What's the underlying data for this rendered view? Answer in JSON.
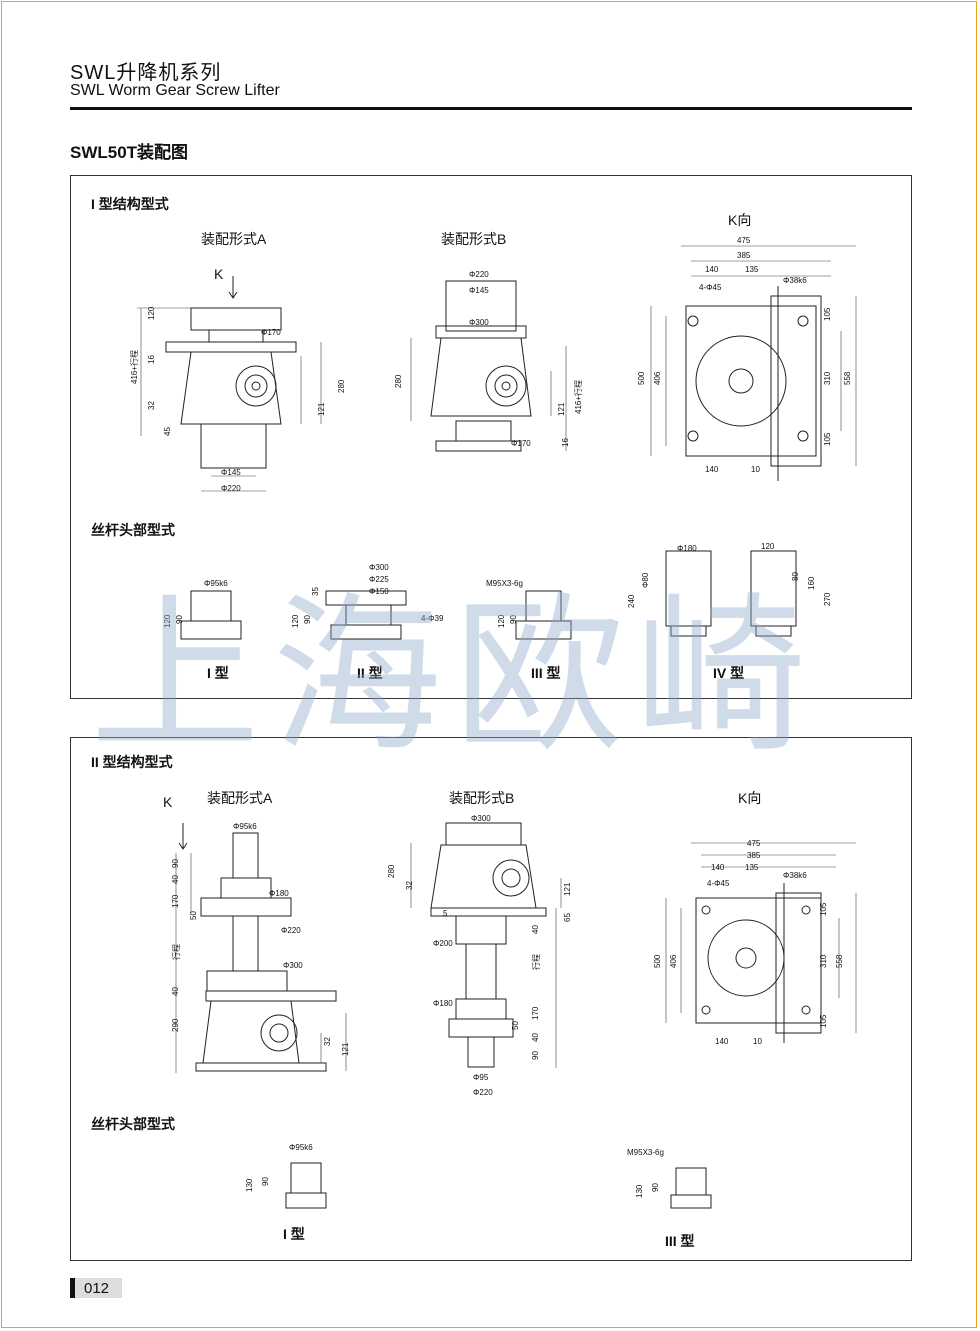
{
  "header": {
    "title_cn": "SWL升降机系列",
    "title_en": "SWL Worm  Gear Screw Lifter"
  },
  "subtitle": "SWL50T装配图",
  "panel1": {
    "title": "I 型结构型式",
    "assembly_a": "装配形式A",
    "assembly_b": "装配形式B",
    "k_view": "K向",
    "k_label": "K",
    "screw_heads_title": "丝杆头部型式",
    "types": [
      "I 型",
      "II 型",
      "III 型",
      "IV 型"
    ],
    "dims_a": {
      "d120": "120",
      "d16": "16",
      "d416": "416+行程",
      "d32": "32",
      "d45": "45",
      "phi170": "Φ170",
      "d280": "280",
      "d121": "121",
      "phi145": "Φ145",
      "phi220": "Φ220"
    },
    "dims_b": {
      "phi220": "Φ220",
      "phi145": "Φ145",
      "phi300": "Φ300",
      "d280": "280",
      "d121": "121",
      "d416": "416+行程",
      "phi170": "Φ170",
      "d16": "16"
    },
    "dims_k": {
      "d475": "475",
      "d385": "385",
      "d140t": "140",
      "d135": "135",
      "phi38": "Φ38k6",
      "holes": "4-Φ45",
      "d105a": "105",
      "d500": "500",
      "d406": "406",
      "d310": "310",
      "d558": "558",
      "d105b": "105",
      "d140b": "140",
      "d10": "10"
    },
    "dims_heads": {
      "phi95": "Φ95k6",
      "h120a": "120",
      "h90a": "90",
      "phi300": "Φ300",
      "phi225": "Φ225",
      "phi150": "Φ150",
      "d35": "35",
      "h120b": "120",
      "h90b": "90",
      "holes39": "4-Φ39",
      "m95": "M95X3-6g",
      "h120c": "120",
      "h90c": "90",
      "phi180": "Φ180",
      "d240": "240",
      "phi80": "Φ80",
      "d120": "120",
      "d80": "80",
      "d160": "160",
      "d270": "270"
    }
  },
  "panel2": {
    "title": "II 型结构型式",
    "assembly_a": "装配形式A",
    "assembly_b": "装配形式B",
    "k_view": "K向",
    "k_label": "K",
    "screw_heads_title": "丝杆头部型式",
    "types": [
      "I 型",
      "III 型"
    ],
    "dims_a": {
      "phi95": "Φ95k6",
      "d90": "90",
      "d40a": "40",
      "d170": "170",
      "d50": "50",
      "phi180": "Φ180",
      "phi220": "Φ220",
      "stroke": "行程",
      "phi300": "Φ300",
      "d40b": "40",
      "d290": "290",
      "d32": "32",
      "d121": "121"
    },
    "dims_b": {
      "phi300": "Φ300",
      "d280": "280",
      "d32": "32",
      "d121": "121",
      "d5": "5",
      "d65": "65",
      "d40a": "40",
      "phi200": "Φ200",
      "stroke": "行程",
      "phi180": "Φ180",
      "d170": "170",
      "d50": "50",
      "d40b": "40",
      "d90": "90",
      "phi95": "Φ95",
      "phi220": "Φ220"
    },
    "dims_k": {
      "d475": "475",
      "d385": "385",
      "d140t": "140",
      "d135": "135",
      "phi38": "Φ38k6",
      "holes": "4-Φ45",
      "d105a": "105",
      "d500": "500",
      "d406": "406",
      "d310": "310",
      "d558": "558",
      "d105b": "105",
      "d140b": "140",
      "d10": "10"
    },
    "dims_heads": {
      "phi95": "Φ95k6",
      "h130a": "130",
      "h90a": "90",
      "m95": "M95X3-6g",
      "h130b": "130",
      "h90b": "90"
    }
  },
  "watermark": "上海欧崎",
  "page_number": "012"
}
